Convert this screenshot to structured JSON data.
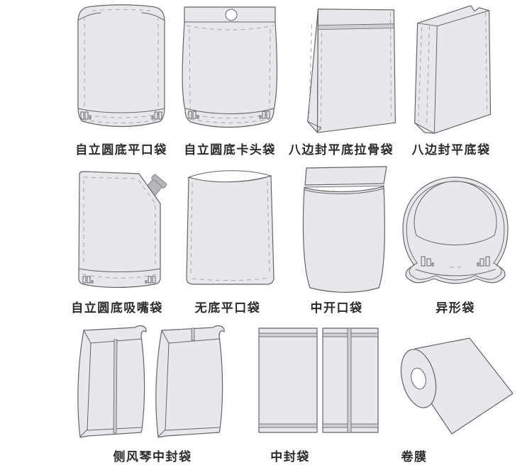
{
  "page": {
    "background": "#ffffff"
  },
  "colors": {
    "bag_fill": "#e8e8ea",
    "outline": "#63636a",
    "dashed_line": "#a5a5ab",
    "seal_band": "#cdcdd2",
    "spout": "#b6b6ba",
    "label_text": "#2b2b2b"
  },
  "items": [
    {
      "label": "自立圆底平口袋",
      "icon": "stand-up-round-bottom-flat-top-pouch-icon"
    },
    {
      "label": "自立圆底卡头袋",
      "icon": "stand-up-round-bottom-header-card-pouch-icon"
    },
    {
      "label": "八边封平底拉骨袋",
      "icon": "eight-side-seal-flat-bottom-zipper-bag-icon"
    },
    {
      "label": "八边封平底袋",
      "icon": "eight-side-seal-flat-bottom-bag-icon"
    },
    {
      "label": "自立圆底吸嘴袋",
      "icon": "stand-up-round-bottom-spout-pouch-icon"
    },
    {
      "label": "无底平口袋",
      "icon": "bottomless-flat-mouth-bag-icon"
    },
    {
      "label": "中开口袋",
      "icon": "middle-opening-bag-icon"
    },
    {
      "label": "异形袋",
      "icon": "special-shaped-bag-icon"
    },
    {
      "label": "侧风琴中封袋",
      "icon": "side-gusset-center-seal-bag-icon"
    },
    {
      "label": "中封袋",
      "icon": "center-seal-bag-icon"
    },
    {
      "label": "卷膜",
      "icon": "roll-film-icon"
    }
  ]
}
